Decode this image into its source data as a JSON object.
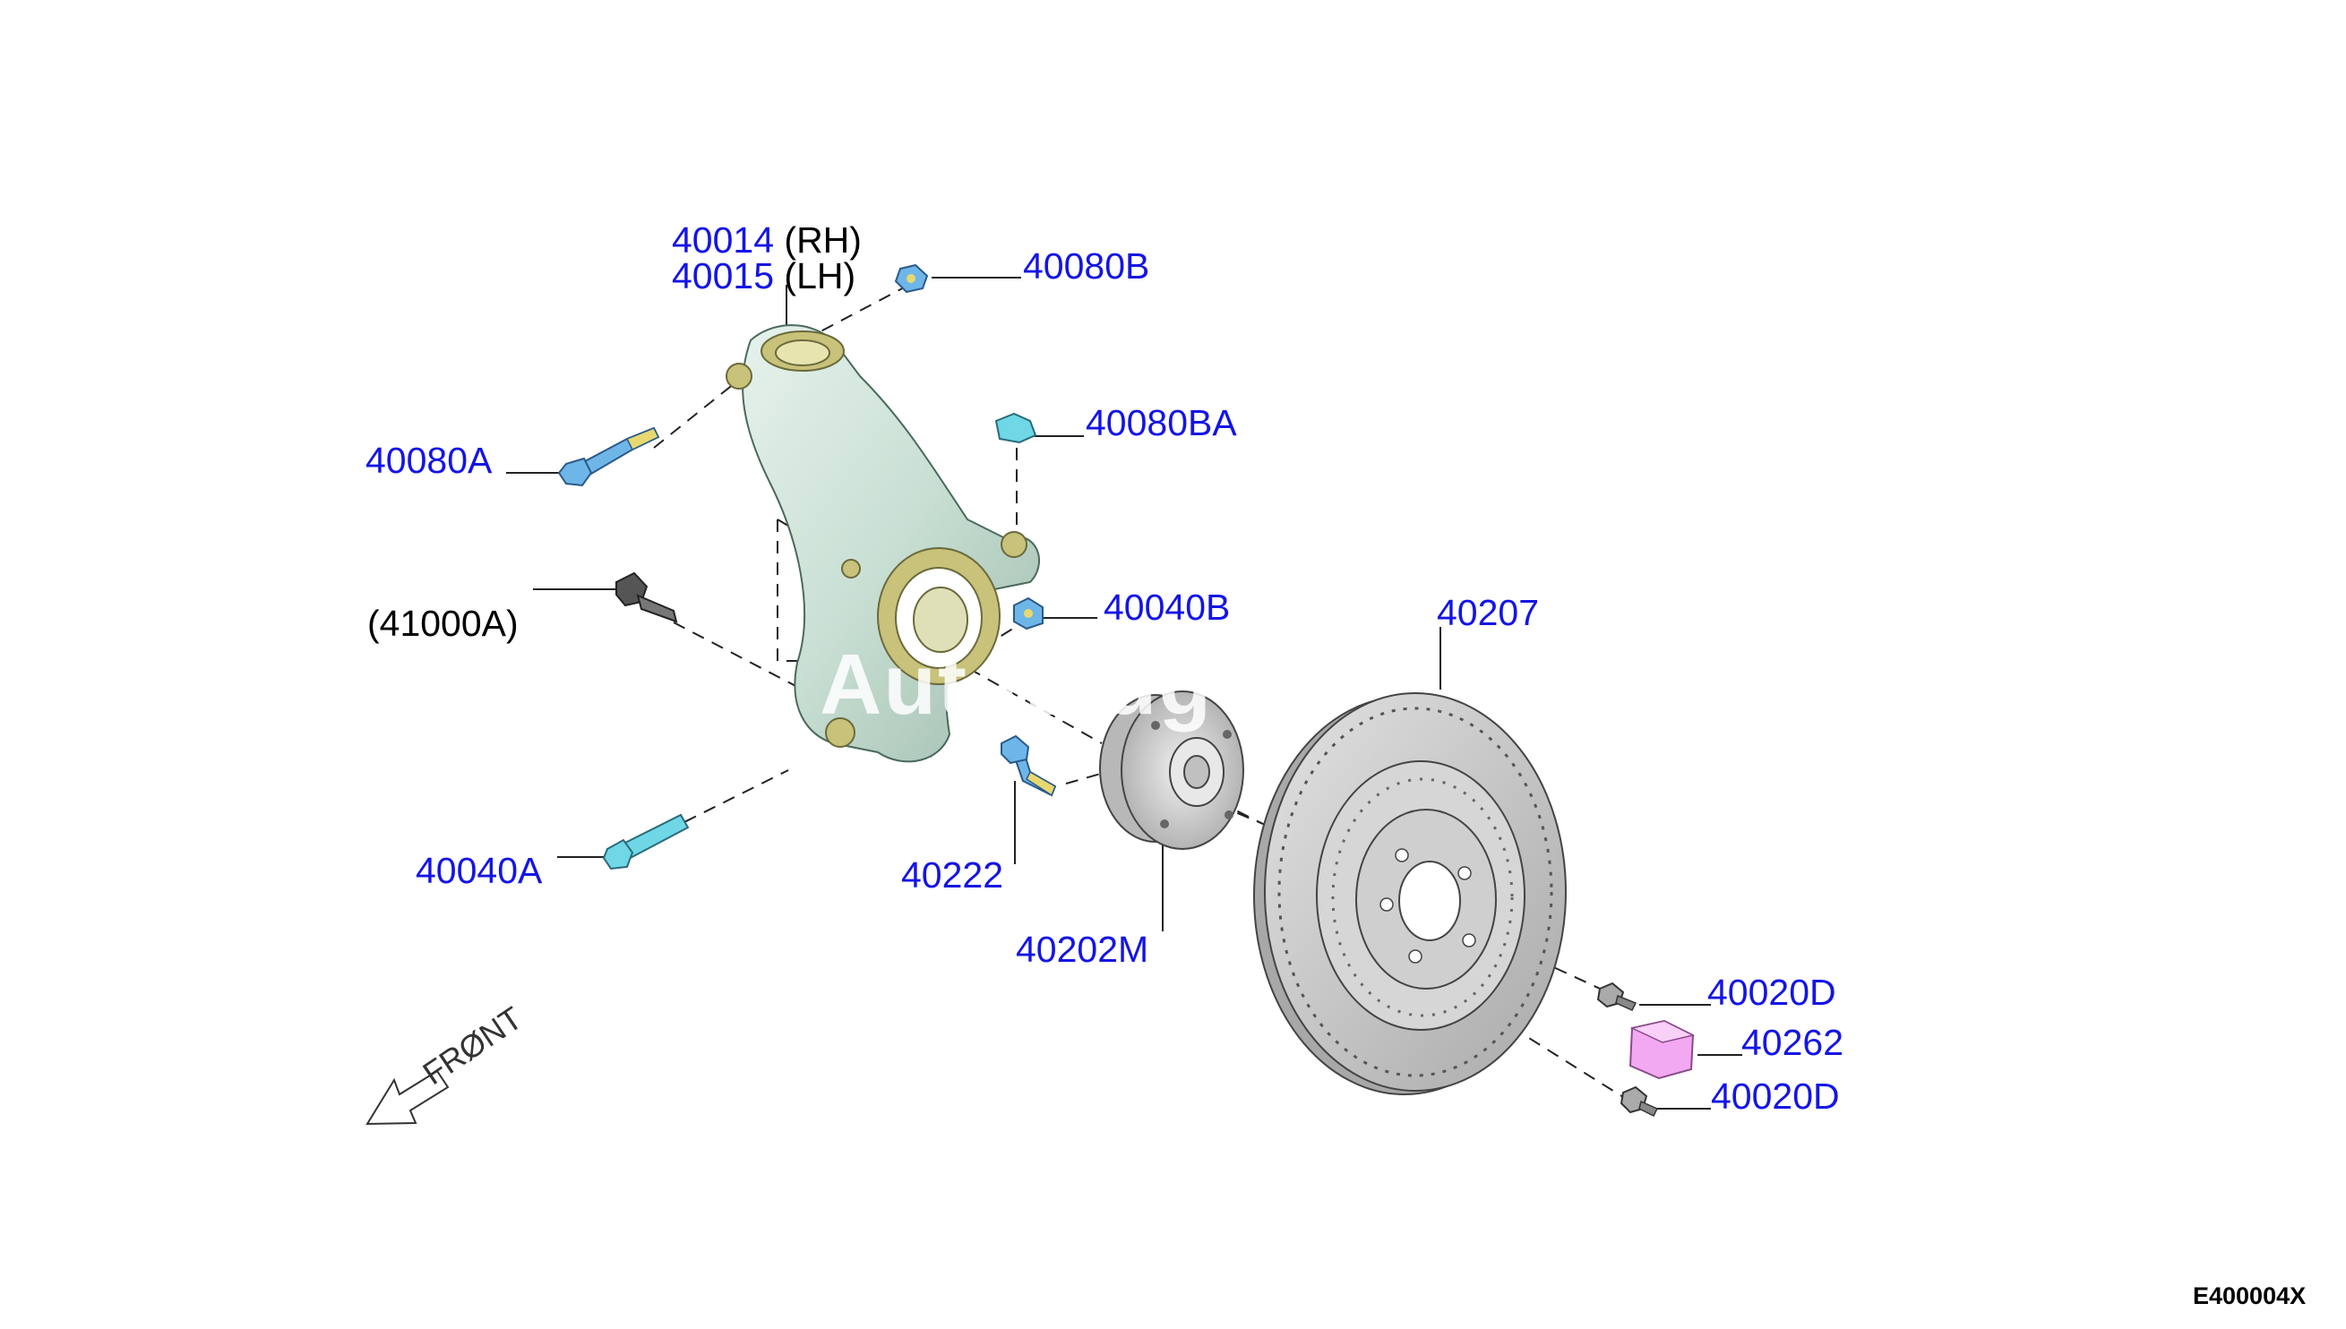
{
  "diagram": {
    "figure_code": "E400004X",
    "watermark": "Aut    to    ug",
    "front_label": "FRØNT",
    "colors": {
      "callout_blue": "#1414e6",
      "knuckle": "#c9dfd4",
      "knuckle_accent": "#c8c27a",
      "fastener_blue": "#6fb6e8",
      "fastener_cyan": "#6fd7e6",
      "rotor": "#c9c9c9",
      "hub": "#cdcdcd",
      "nut_pink": "#f2a9f2",
      "bolt_gray": "#555555"
    },
    "callouts": [
      {
        "id": "c40014",
        "text": "40014",
        "suffix": "(RH)",
        "color": "blue"
      },
      {
        "id": "c40015",
        "text": "40015",
        "suffix": "(LH)",
        "color": "blue"
      },
      {
        "id": "c40080B",
        "text": "40080B",
        "color": "blue"
      },
      {
        "id": "c40080A",
        "text": "40080A",
        "color": "blue"
      },
      {
        "id": "c40080BA",
        "text": "40080BA",
        "color": "blue"
      },
      {
        "id": "c41000A",
        "text": "(41000A)",
        "color": "black"
      },
      {
        "id": "c40040B",
        "text": "40040B",
        "color": "blue"
      },
      {
        "id": "c40207",
        "text": "40207",
        "color": "blue"
      },
      {
        "id": "c40040A",
        "text": "40040A",
        "color": "blue"
      },
      {
        "id": "c40222",
        "text": "40222",
        "color": "blue"
      },
      {
        "id": "c40202M",
        "text": "40202M",
        "color": "blue"
      },
      {
        "id": "c40020D_top",
        "text": "40020D",
        "color": "blue"
      },
      {
        "id": "c40262",
        "text": "40262",
        "color": "blue"
      },
      {
        "id": "c40020D_bottom",
        "text": "40020D",
        "color": "blue"
      }
    ]
  }
}
